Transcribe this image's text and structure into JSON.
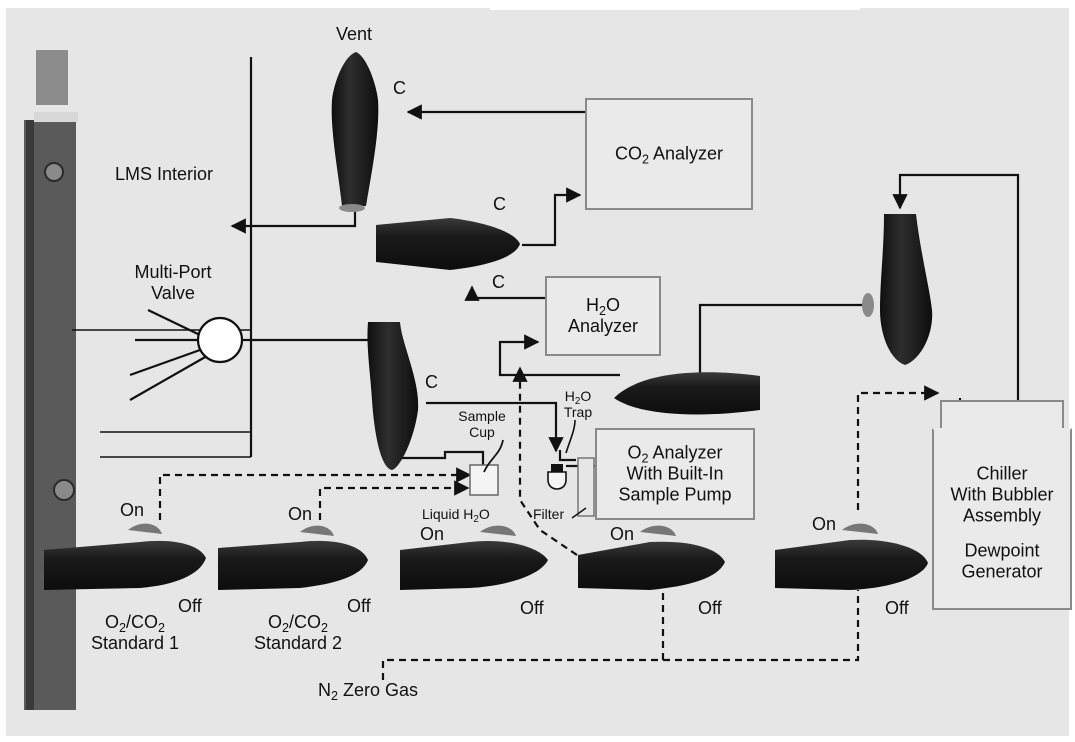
{
  "labels": {
    "vent": "Vent",
    "lms_interior": "LMS Interior",
    "multi_port_valve": [
      "Multi-Port",
      "Valve"
    ],
    "c_letter": "C",
    "co2_analyzer": {
      "pre": "CO",
      "sub": "2",
      "post": " Analyzer"
    },
    "h2o_analyzer": {
      "line1_pre": "H",
      "line1_sub": "2",
      "line1_post": "O",
      "line2": "Analyzer"
    },
    "o2_analyzer": {
      "pre": "O",
      "sub": "2",
      "post": " Analyzer",
      "line2": "With Built-In",
      "line3": "Sample Pump"
    },
    "chiller": [
      "Chiller",
      "With Bubbler",
      "Assembly",
      "",
      "Dewpoint",
      "Generator"
    ],
    "sample_cup": [
      "Sample",
      "Cup"
    ],
    "h2o_trap": {
      "pre": "H",
      "sub": "2",
      "post": "O",
      "line2": "Trap"
    },
    "liquid_h2o": {
      "pre": "Liquid H",
      "sub": "2",
      "post": "O"
    },
    "filter": "Filter",
    "on": "On",
    "off": "Off",
    "standard1": {
      "pre1": "O",
      "sub1": "2",
      "mid": "/CO",
      "sub2": "2",
      "line2": "Standard 1"
    },
    "standard2": {
      "pre1": "O",
      "sub1": "2",
      "mid": "/CO",
      "sub2": "2",
      "line2": "Standard 2"
    },
    "n2_zero_gas": {
      "pre": "N",
      "sub": "2",
      "post": " Zero Gas"
    }
  },
  "colors": {
    "line": "#111111",
    "box_border": "#8a8a8a",
    "fitting": "#1c1c1c",
    "panel": "#e6e6e6"
  }
}
